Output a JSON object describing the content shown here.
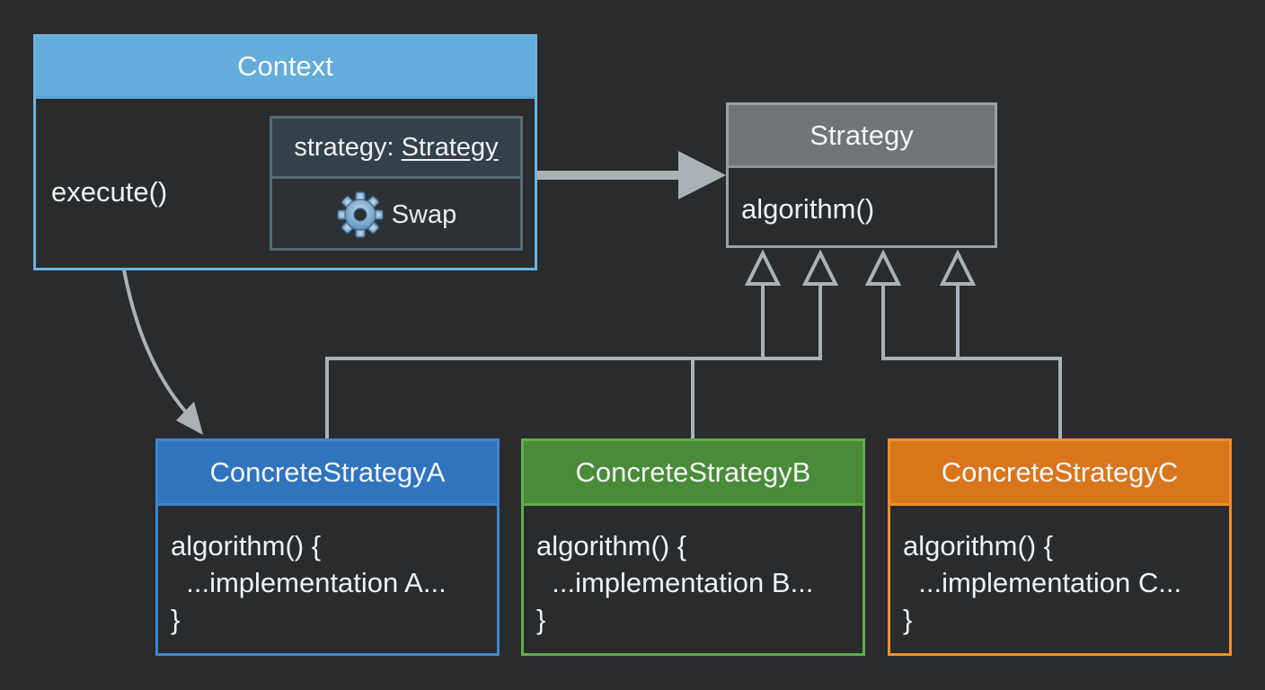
{
  "context": {
    "title": "Context",
    "method": "execute()",
    "field": {
      "prefix": "strategy: ",
      "type": "Strategy",
      "action": "Swap",
      "action_icon": "gear-icon"
    }
  },
  "strategy": {
    "title": "Strategy",
    "method": "algorithm()"
  },
  "concretes": [
    {
      "title": "ConcreteStrategyA",
      "line1": "algorithm() {",
      "line2": "  ...implementation A...",
      "line3": "}"
    },
    {
      "title": "ConcreteStrategyB",
      "line1": "algorithm() {",
      "line2": "  ...implementation B...",
      "line3": "}"
    },
    {
      "title": "ConcreteStrategyC",
      "line1": "algorithm() {",
      "line2": "  ...implementation C...",
      "line3": "}"
    }
  ],
  "colors": {
    "background": "#2a2b2c",
    "context": "#64acd9",
    "strategy": "#6f7579",
    "concrete_a": "#2f74bd",
    "concrete_b": "#4a8b39",
    "concrete_c": "#d9761c",
    "connector": "#a9b2b7"
  }
}
